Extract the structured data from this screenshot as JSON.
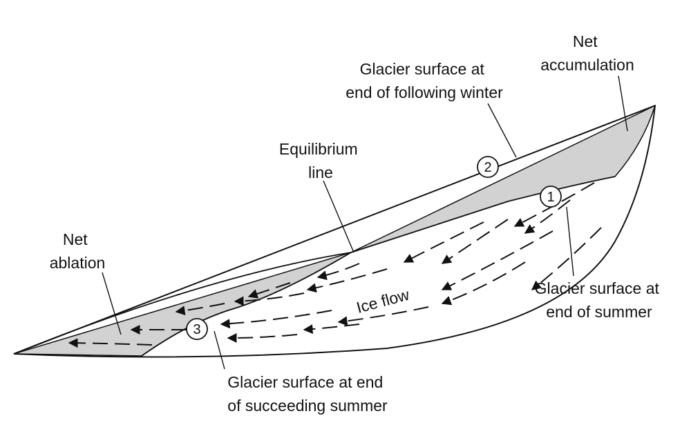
{
  "labels": {
    "net_accumulation": [
      "Net",
      "accumulation"
    ],
    "following_winter": [
      "Glacier surface at",
      "end of following winter"
    ],
    "equilibrium_line": [
      "Equilibrium",
      "line"
    ],
    "net_ablation": [
      "Net",
      "ablation"
    ],
    "end_of_summer": [
      "Glacier surface at",
      "end of summer"
    ],
    "succeeding_summer": [
      "Glacier surface at end",
      "of succeeding summer"
    ],
    "ice_flow": "Ice flow"
  },
  "markers": [
    "1",
    "2",
    "3"
  ],
  "colors": {
    "shading": "#d2d2d2",
    "line": "#111111",
    "background": "#ffffff"
  }
}
